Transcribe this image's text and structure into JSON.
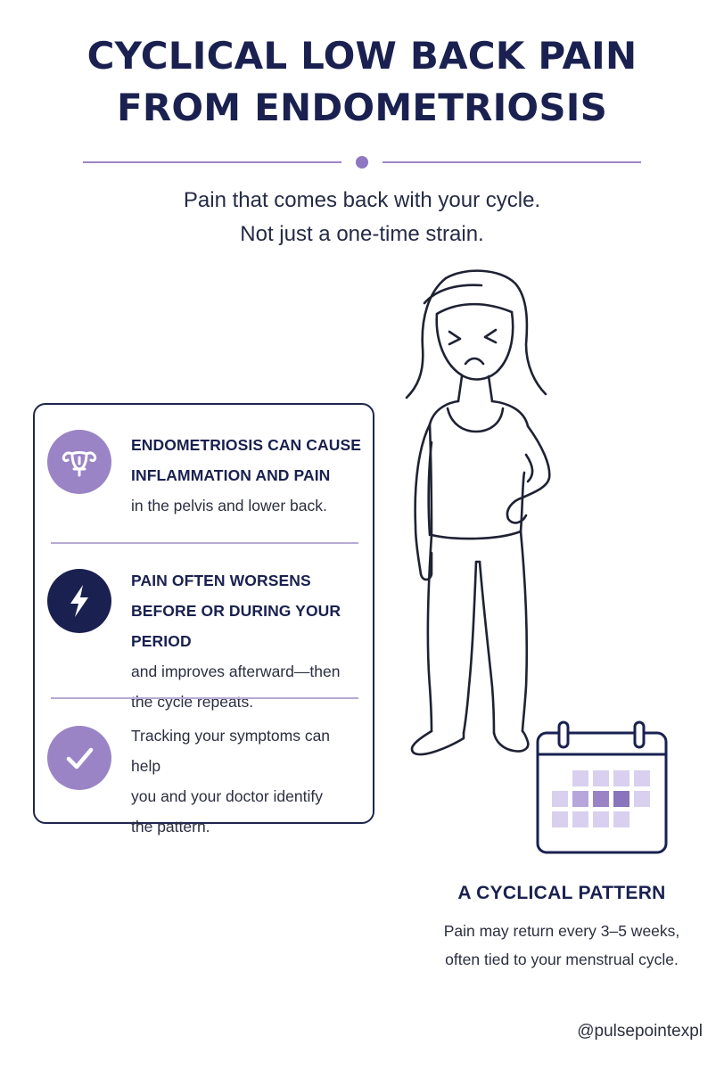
{
  "title": {
    "line1": "CYCLICAL LOW BACK PAIN",
    "line2": "FROM ENDOMETRIOSIS"
  },
  "subtitle": {
    "line1": "Pain that comes back with your cycle.",
    "line2": "Not just a one-time strain."
  },
  "info_card": {
    "items": [
      {
        "icon": "uterus-icon",
        "icon_color": "#9a84c6",
        "heading_line1": "ENDOMETRIOSIS CAN CAUSE",
        "heading_line2": "INFLAMMATION AND PAIN",
        "body_line1": "in the pelvis and lower back."
      },
      {
        "icon": "lightning-icon",
        "icon_color": "#1a2150",
        "heading_line1": "PAIN OFTEN WORSENS",
        "heading_line2": "BEFORE OR DURING YOUR PERIOD",
        "body_line1": "and improves afterward—then",
        "body_line2": "the cycle repeats."
      },
      {
        "icon": "checkmark-icon",
        "icon_color": "#9a84c6",
        "body_line1": "Tracking your symptoms can help",
        "body_line2": "you and your doctor identify",
        "body_line3": "the pattern."
      }
    ]
  },
  "pattern": {
    "title": "A CYCLICAL PATTERN",
    "body_line1": "Pain may return every 3–5 weeks,",
    "body_line2": "often tied to your menstrual cycle."
  },
  "handle": "@pulsepointexpl",
  "colors": {
    "navy": "#1a2150",
    "purple": "#9a84c6",
    "light_purple": "#d9cfee"
  }
}
